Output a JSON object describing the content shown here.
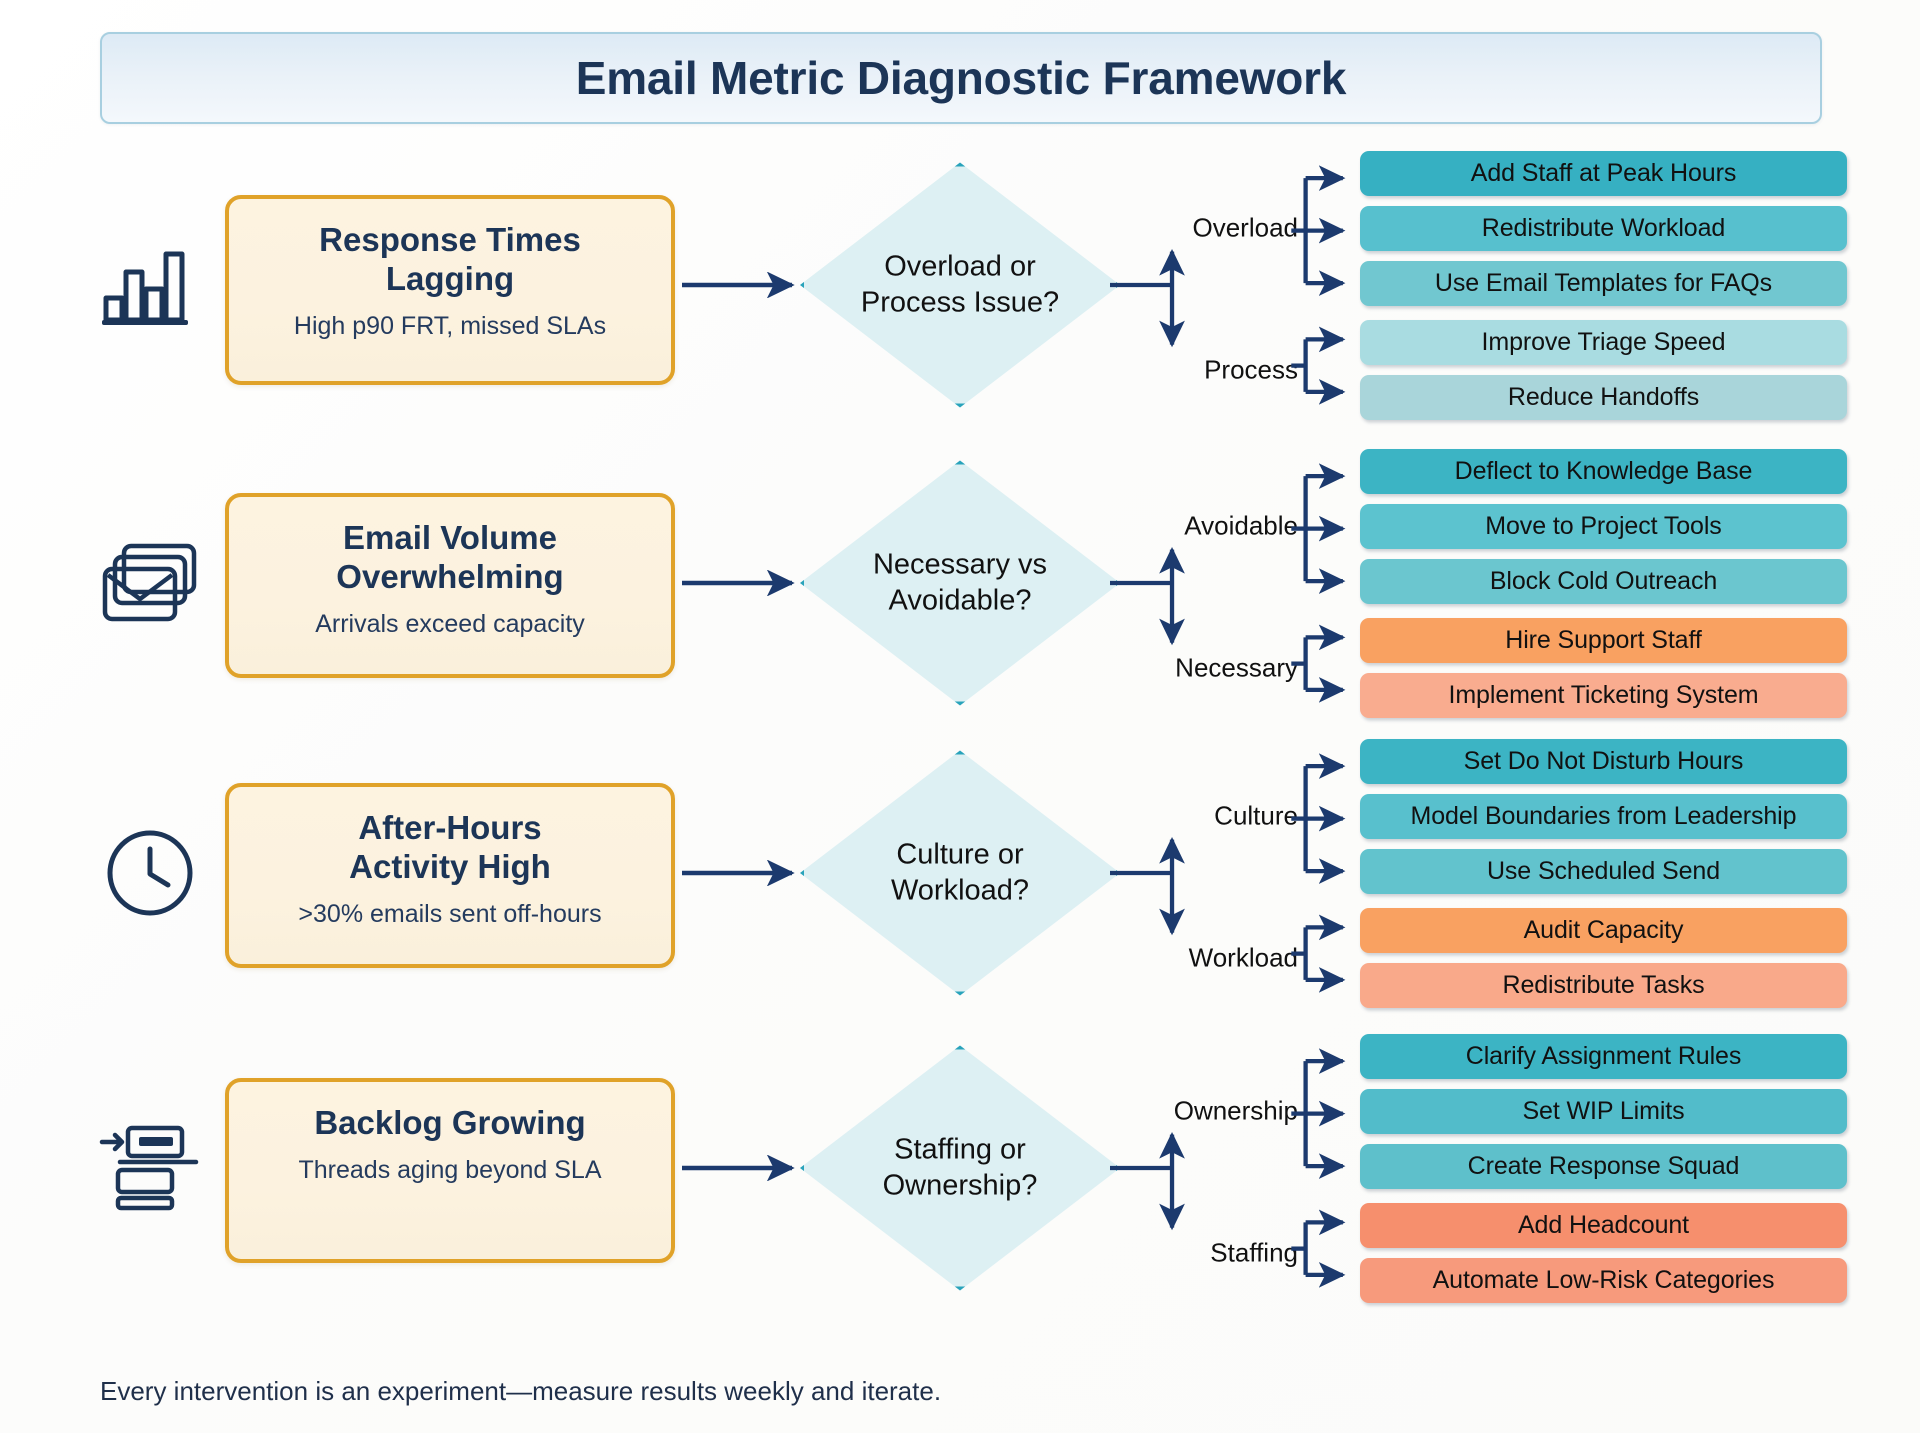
{
  "header": {
    "title": "Email Metric Diagnostic Framework"
  },
  "footer": {
    "note": "Every intervention is an experiment—measure results weekly and iterate."
  },
  "colors": {
    "title_text": "#1c3557",
    "banner_border": "#a8cfe0",
    "card_border": "#e0a229",
    "card_fill": "#fdf3e0",
    "diamond_border": "#29a3bb",
    "diamond_fill": "#ddf0f3",
    "connector": "#1c3a6e",
    "teal_dark": "#36b0c2",
    "teal_mid": "#58bfcd",
    "teal_light": "#a5d9de",
    "orange": "#f9a161",
    "salmon": "#f9a98a",
    "salmon_dark": "#f58a6a"
  },
  "rows": [
    {
      "icon": "bar-chart-icon",
      "problem": {
        "title": "Response Times\nLagging",
        "subtitle": "High p90 FRT, missed SLAs"
      },
      "decision": "Overload or\nProcess Issue?",
      "branches": [
        {
          "label": "Overload",
          "actions": [
            {
              "text": "Add Staff at Peak Hours",
              "color": "#36b0c2"
            },
            {
              "text": "Redistribute Workload",
              "color": "#57c0ce"
            },
            {
              "text": "Use Email Templates for FAQs",
              "color": "#71c7d0"
            }
          ]
        },
        {
          "label": "Process",
          "actions": [
            {
              "text": "Improve Triage Speed",
              "color": "#a9dce1"
            },
            {
              "text": "Reduce Handoffs",
              "color": "#a9d5da"
            }
          ]
        }
      ]
    },
    {
      "icon": "email-stack-icon",
      "problem": {
        "title": "Email Volume\nOverwhelming",
        "subtitle": "Arrivals exceed capacity"
      },
      "decision": "Necessary vs\nAvoidable?",
      "branches": [
        {
          "label": "Avoidable",
          "actions": [
            {
              "text": "Deflect to Knowledge Base",
              "color": "#3cb4c4"
            },
            {
              "text": "Move to Project Tools",
              "color": "#5cc3cf"
            },
            {
              "text": "Block Cold Outreach",
              "color": "#6bc6cf"
            }
          ]
        },
        {
          "label": "Necessary",
          "actions": [
            {
              "text": "Hire Support Staff",
              "color": "#f9a161"
            },
            {
              "text": "Implement Ticketing System",
              "color": "#f9ac8f"
            }
          ]
        }
      ]
    },
    {
      "icon": "clock-icon",
      "problem": {
        "title": "After-Hours\nActivity High",
        "subtitle": ">30% emails sent off-hours"
      },
      "decision": "Culture or\nWorkload?",
      "branches": [
        {
          "label": "Culture",
          "actions": [
            {
              "text": "Set Do Not Disturb Hours",
              "color": "#3cb4c4"
            },
            {
              "text": "Model Boundaries from Leadership",
              "color": "#58c0cd"
            },
            {
              "text": "Use Scheduled Send",
              "color": "#62c3cd"
            }
          ]
        },
        {
          "label": "Workload",
          "actions": [
            {
              "text": "Audit Capacity",
              "color": "#f9a161"
            },
            {
              "text": "Redistribute Tasks",
              "color": "#f9a98a"
            }
          ]
        }
      ]
    },
    {
      "icon": "backlog-icon",
      "problem": {
        "title": "Backlog Growing",
        "subtitle": "Threads aging beyond SLA"
      },
      "decision": "Staffing or\nOwnership?",
      "branches": [
        {
          "label": "Ownership",
          "actions": [
            {
              "text": "Clarify Assignment Rules",
              "color": "#3cb4c4"
            },
            {
              "text": "Set WIP Limits",
              "color": "#52bcca"
            },
            {
              "text": "Create Response Squad",
              "color": "#5ec0cb"
            }
          ]
        },
        {
          "label": "Staffing",
          "actions": [
            {
              "text": "Add Headcount",
              "color": "#f68f6d"
            },
            {
              "text": "Automate Low-Risk Categories",
              "color": "#f79a7c"
            }
          ]
        }
      ]
    }
  ]
}
